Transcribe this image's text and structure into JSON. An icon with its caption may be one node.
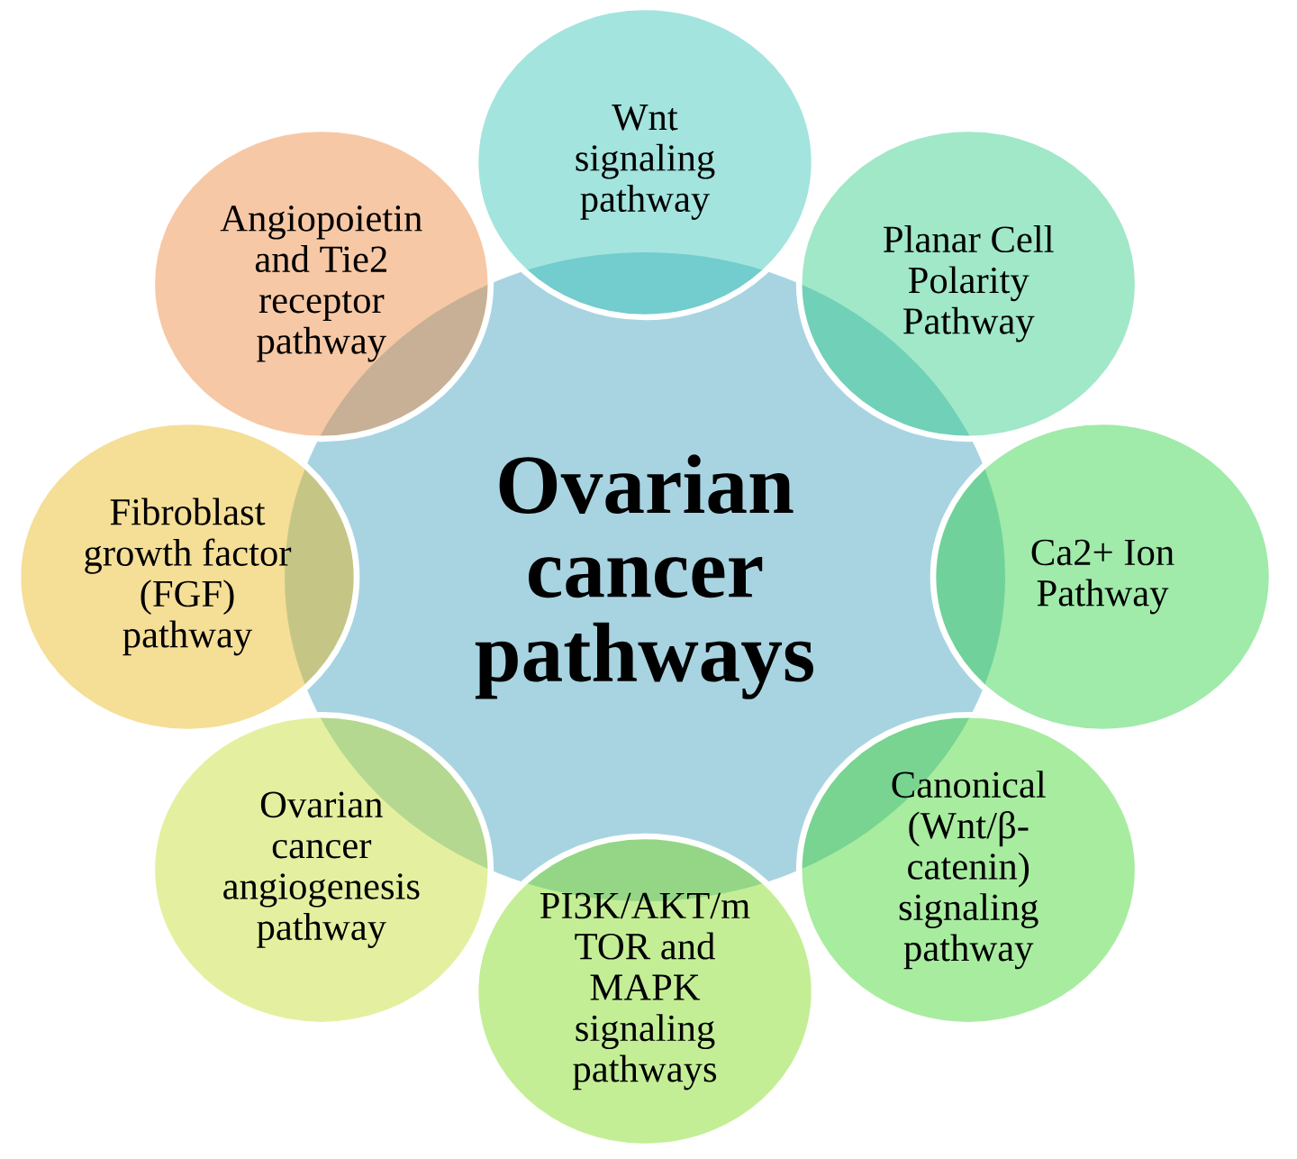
{
  "diagram": {
    "nodes": [
      {
        "text": [
          "Ovarian cancer pathways"
        ]
      },
      {
        "text": [
          "Wnt signaling pathway"
        ]
      },
      {
        "text": [
          "Planar Cell Polarity Pathway"
        ]
      },
      {
        "text": [
          "Ca2+ Ion Pathway"
        ]
      },
      {
        "text": [
          "Canonical (Wnt/β- catenin) signaling pathway"
        ]
      },
      {
        "text": [
          "PI3K/AKT/m TOR and MAPK signaling pathways"
        ]
      },
      {
        "text": [
          "Ovarian cancer angiogenesis pathway"
        ]
      },
      {
        "text": [
          "Fibroblast growth factor (FGF) pathway"
        ]
      },
      {
        "text": [
          "Angiopoietin and Tie2 receptor pathway"
        ]
      }
    ]
  }
}
